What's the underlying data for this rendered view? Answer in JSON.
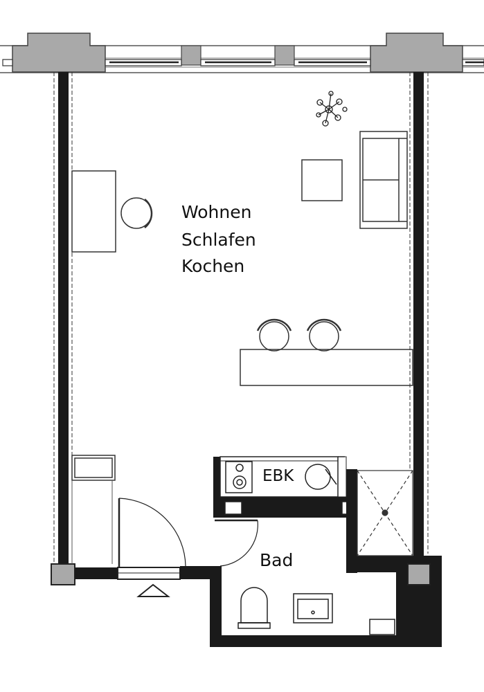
{
  "rooms": {
    "living": {
      "line1": "Wohnen",
      "line2": "Schlafen",
      "line3": "Kochen"
    },
    "kitchen": "EBK",
    "bathroom": "Bad"
  },
  "colors": {
    "wall": "#1a1a1a",
    "column": "#a9a9a9",
    "line": "#333333",
    "paper": "#ffffff"
  }
}
